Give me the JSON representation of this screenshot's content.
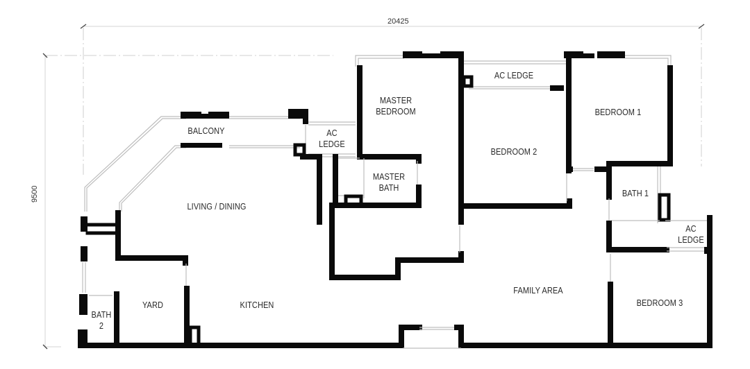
{
  "dimensions": {
    "width_label": "20425",
    "height_label": "9500"
  },
  "rooms": [
    {
      "id": "balcony",
      "label": "BALCONY"
    },
    {
      "id": "ac-ledge-1",
      "label": "AC\nLEDGE"
    },
    {
      "id": "master-bedroom",
      "label": "MASTER\nBEDROOM"
    },
    {
      "id": "master-bath",
      "label": "MASTER\nBATH"
    },
    {
      "id": "ac-ledge-2",
      "label": "AC LEDGE"
    },
    {
      "id": "bedroom-2",
      "label": "BEDROOM 2"
    },
    {
      "id": "bedroom-1",
      "label": "BEDROOM 1"
    },
    {
      "id": "living-dining",
      "label": "LIVING / DINING"
    },
    {
      "id": "bath-1",
      "label": "BATH 1"
    },
    {
      "id": "ac-ledge-3",
      "label": "AC\nLEDGE"
    },
    {
      "id": "bath-2",
      "label": "BATH\n2"
    },
    {
      "id": "yard",
      "label": "YARD"
    },
    {
      "id": "kitchen",
      "label": "KITCHEN"
    },
    {
      "id": "family-area",
      "label": "FAMILY AREA"
    },
    {
      "id": "bedroom-3",
      "label": "BEDROOM 3"
    }
  ]
}
